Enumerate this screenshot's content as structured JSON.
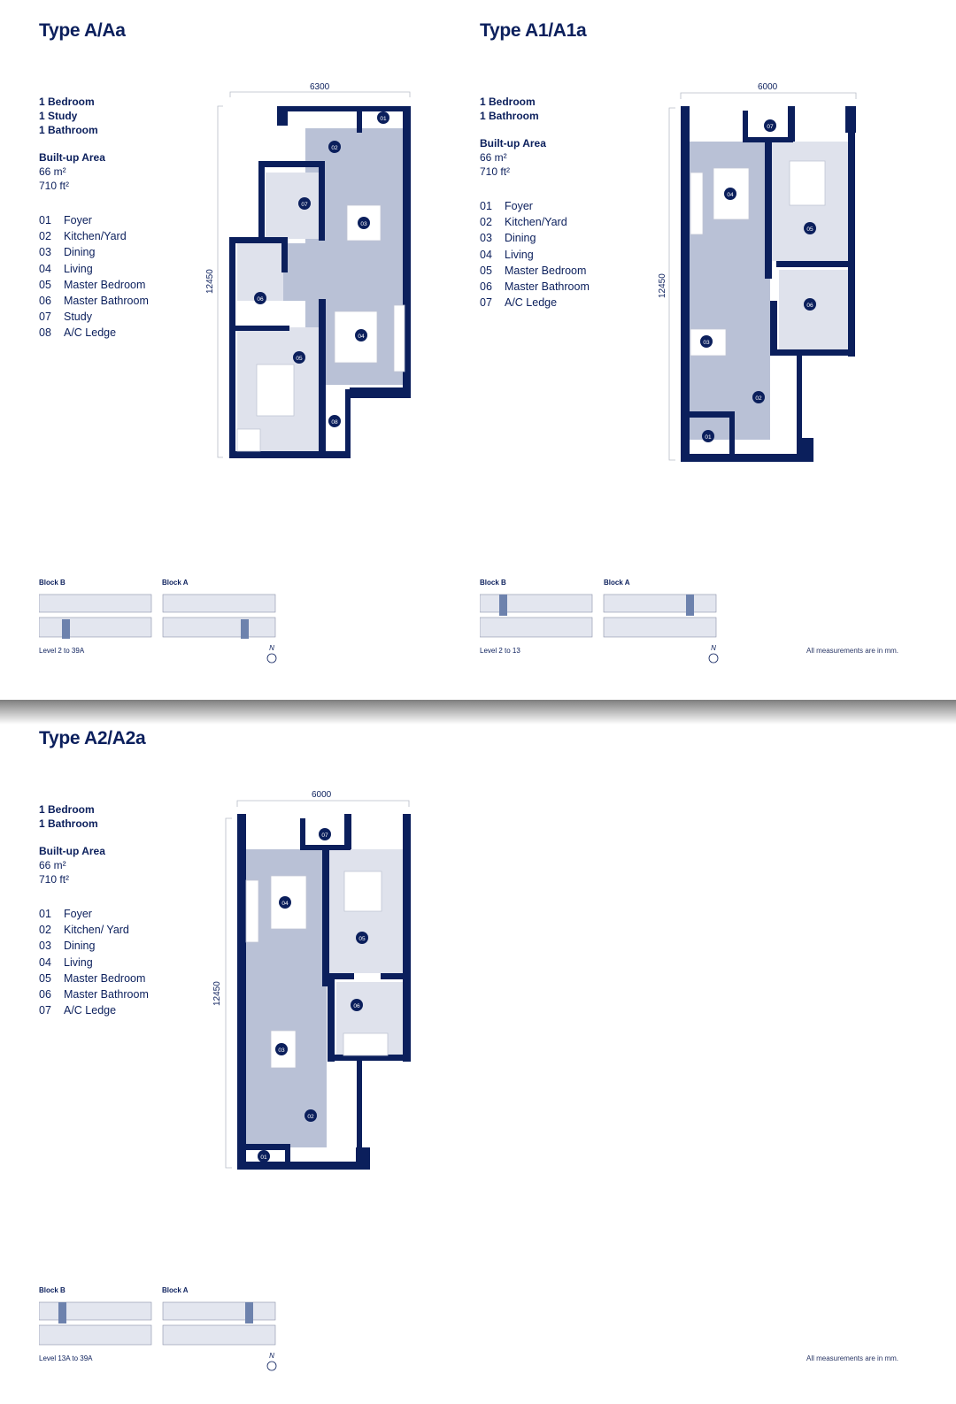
{
  "colors": {
    "navy": "#0b1f5c",
    "floor_main": "#b9c1d6",
    "floor_light": "#dfe2ec",
    "highlight": "#6d82ad",
    "keyplan_fill": "#e3e6ef"
  },
  "units": [
    {
      "title": "Type A/Aa",
      "specs": [
        "1 Bedroom",
        "1 Study",
        "1 Bathroom"
      ],
      "area_label": "Built-up Area",
      "area_m2": "66 m²",
      "area_ft2": "710 ft²",
      "legend": [
        {
          "num": "01",
          "label": "Foyer"
        },
        {
          "num": "02",
          "label": "Kitchen/Yard"
        },
        {
          "num": "03",
          "label": "Dining"
        },
        {
          "num": "04",
          "label": "Living"
        },
        {
          "num": "05",
          "label": "Master Bedroom"
        },
        {
          "num": "06",
          "label": "Master Bathroom"
        },
        {
          "num": "07",
          "label": "Study"
        },
        {
          "num": "08",
          "label": "A/C Ledge"
        }
      ],
      "width_dim": "6300",
      "height_dim": "12450",
      "keyplan": {
        "block_b": "Block B",
        "block_a": "Block A",
        "level": "Level 2 to 39A",
        "north": "N"
      }
    },
    {
      "title": "Type A1/A1a",
      "specs": [
        "1 Bedroom",
        "1 Bathroom"
      ],
      "area_label": "Built-up Area",
      "area_m2": "66 m²",
      "area_ft2": "710 ft²",
      "legend": [
        {
          "num": "01",
          "label": "Foyer"
        },
        {
          "num": "02",
          "label": "Kitchen/Yard"
        },
        {
          "num": "03",
          "label": "Dining"
        },
        {
          "num": "04",
          "label": "Living"
        },
        {
          "num": "05",
          "label": "Master Bedroom"
        },
        {
          "num": "06",
          "label": "Master Bathroom"
        },
        {
          "num": "07",
          "label": "A/C Ledge"
        }
      ],
      "width_dim": "6000",
      "height_dim": "12450",
      "keyplan": {
        "block_b": "Block B",
        "block_a": "Block A",
        "level": "Level 2 to 13",
        "north": "N"
      },
      "note": "All measurements are in mm."
    },
    {
      "title": "Type A2/A2a",
      "specs": [
        "1 Bedroom",
        "1 Bathroom"
      ],
      "area_label": "Built-up Area",
      "area_m2": "66 m²",
      "area_ft2": "710 ft²",
      "legend": [
        {
          "num": "01",
          "label": "Foyer"
        },
        {
          "num": "02",
          "label": "Kitchen/ Yard"
        },
        {
          "num": "03",
          "label": "Dining"
        },
        {
          "num": "04",
          "label": "Living"
        },
        {
          "num": "05",
          "label": "Master Bedroom"
        },
        {
          "num": "06",
          "label": "Master Bathroom"
        },
        {
          "num": "07",
          "label": "A/C Ledge"
        }
      ],
      "width_dim": "6000",
      "height_dim": "12450",
      "keyplan": {
        "block_b": "Block B",
        "block_a": "Block A",
        "level": "Level 13A to 39A",
        "north": "N"
      },
      "note": "All measurements are in mm."
    }
  ]
}
